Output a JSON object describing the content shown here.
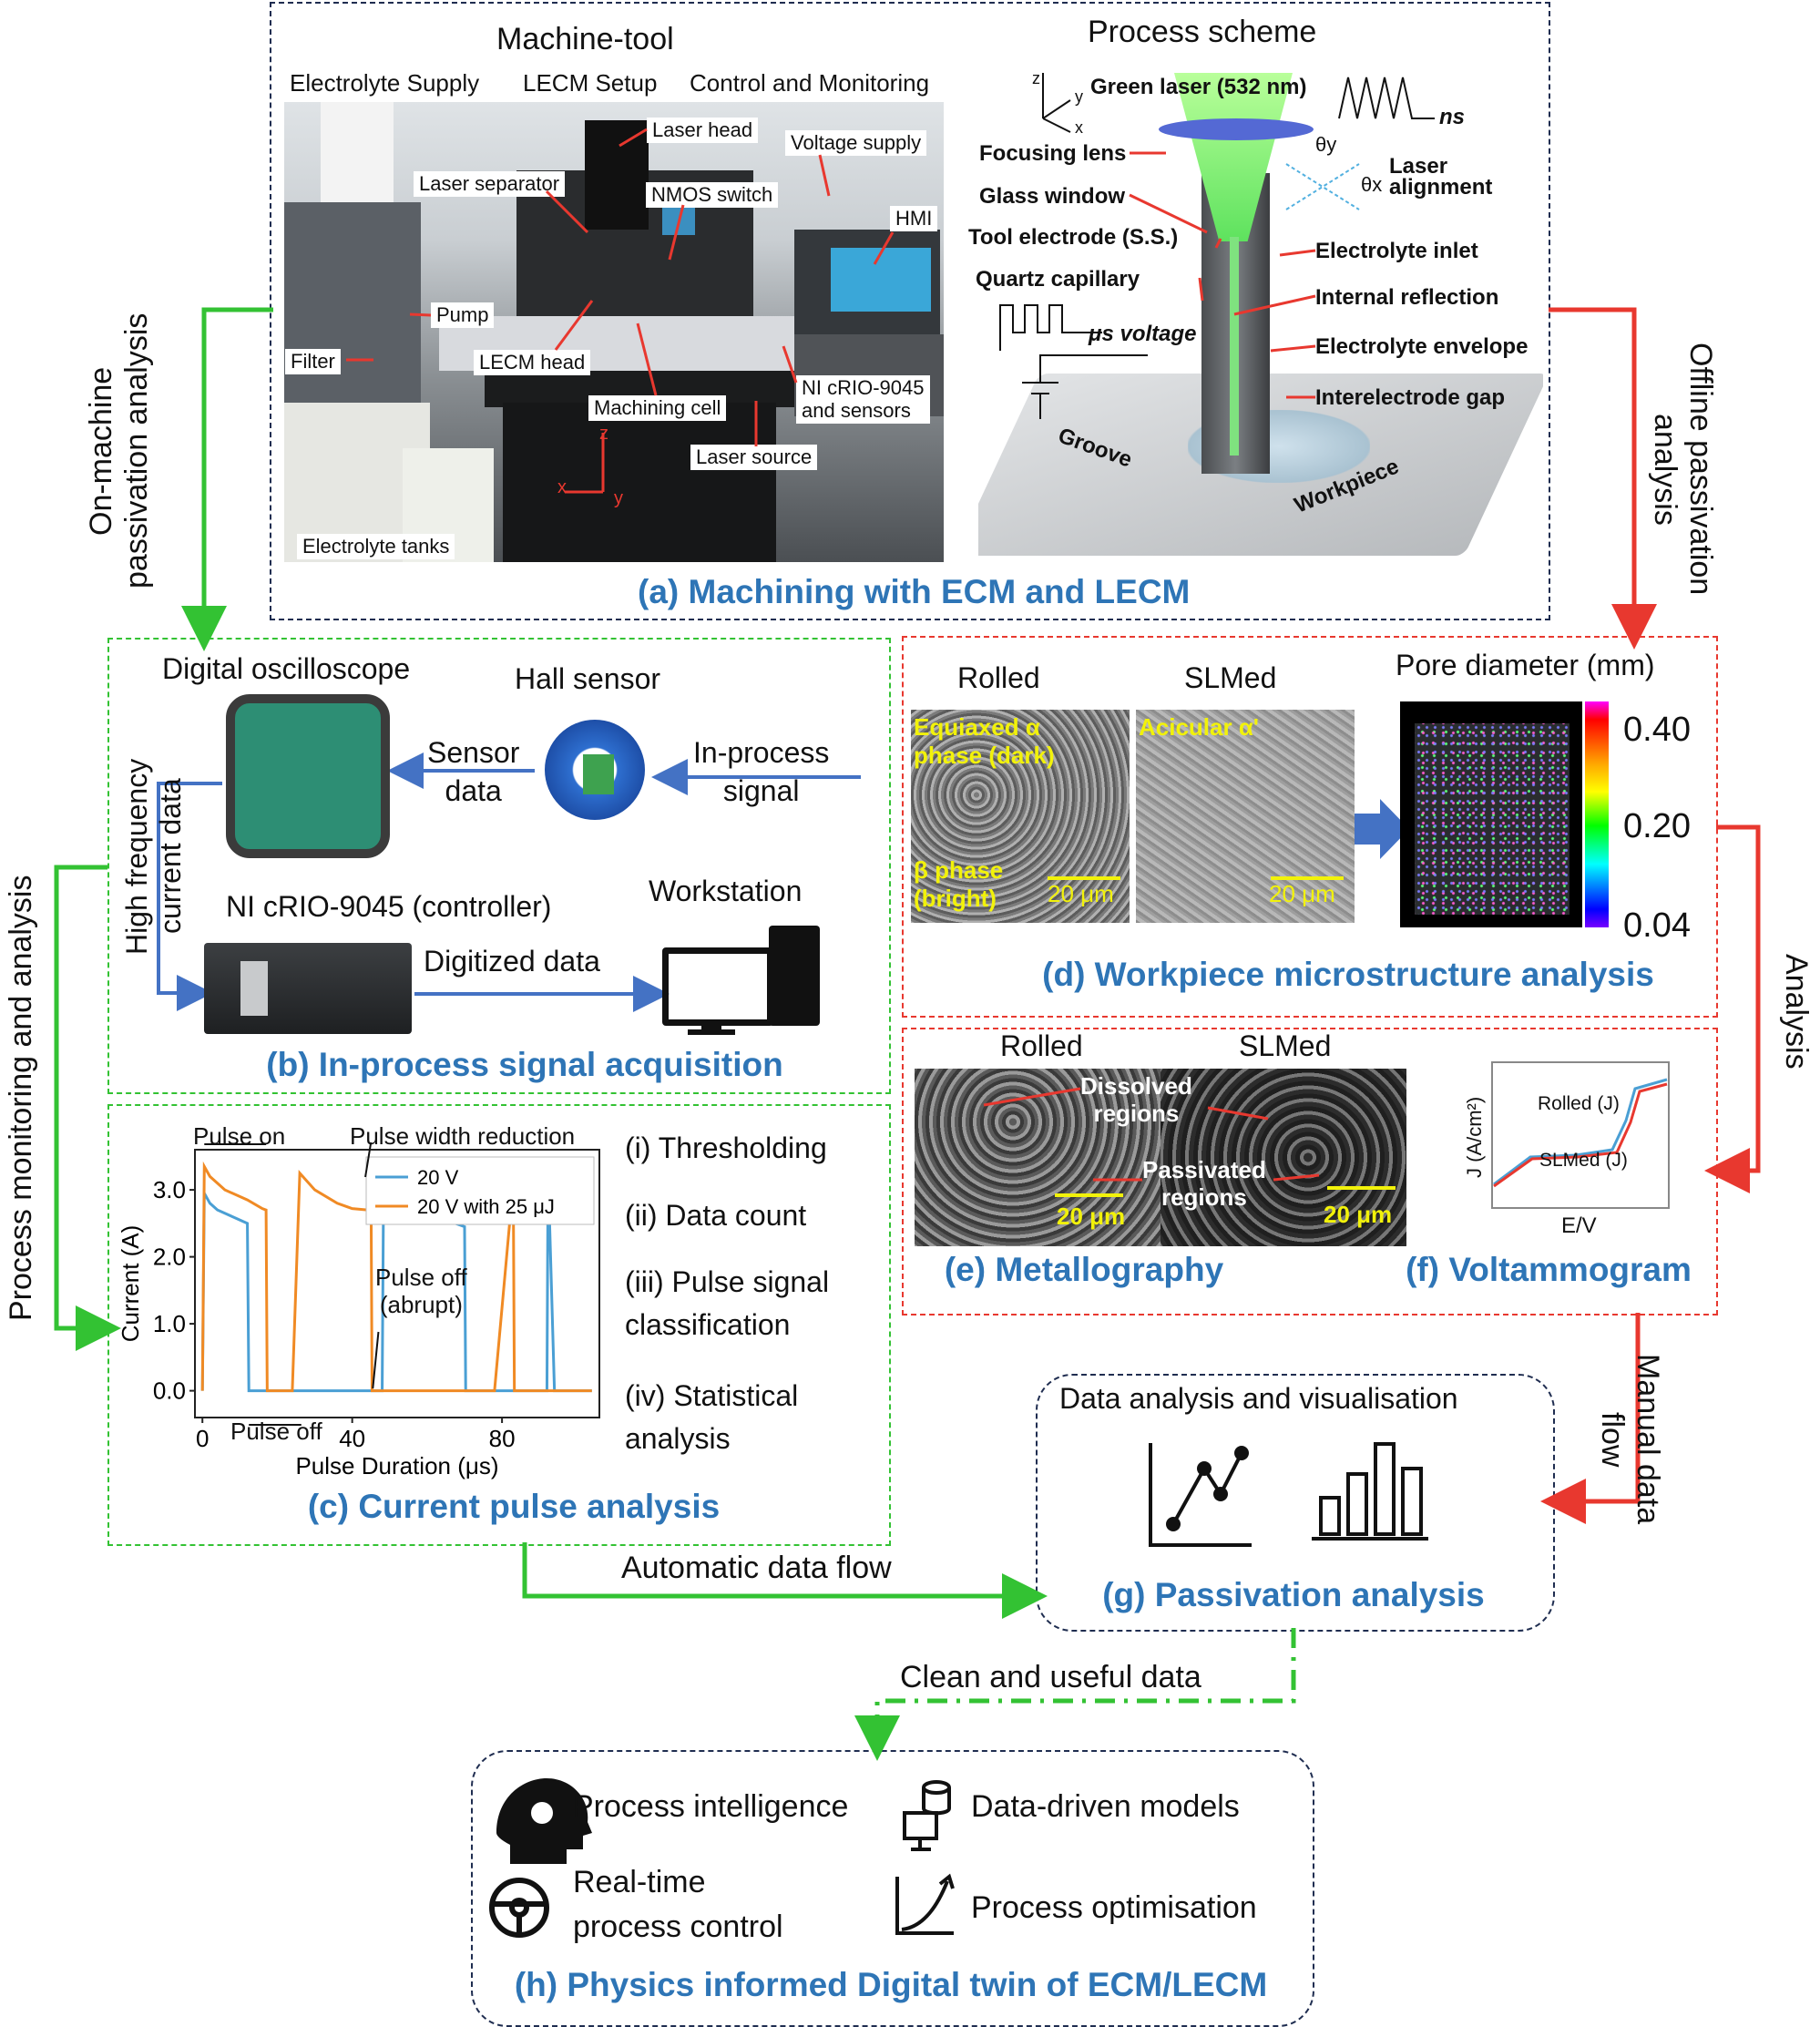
{
  "panel_a": {
    "machine_title": "Machine-tool",
    "header_labels": [
      "Electrolyte Supply",
      "LECM Setup",
      "Control and Monitoring"
    ],
    "photo_labels": {
      "laser_head": "Laser head",
      "voltage_supply": "Voltage supply",
      "laser_separator": "Laser separator",
      "nmos_switch": "NMOS switch",
      "hmi": "HMI",
      "pump": "Pump",
      "filter": "Filter",
      "lecm_head": "LECM head",
      "ni_crio_line1": "NI cRIO-9045",
      "ni_crio_line2": "and sensors",
      "machining_cell": "Machining cell",
      "laser_source": "Laser source",
      "electrolyte_tanks": "Electrolyte tanks",
      "axis_z": "z",
      "axis_x": "x",
      "axis_y": "y"
    },
    "scheme_title": "Process scheme",
    "scheme_labels": {
      "green_laser": "Green laser (532 nm)",
      "ns": "ns",
      "focusing_lens": "Focusing lens",
      "glass_window": "Glass window",
      "laser_alignment_1": "Laser",
      "laser_alignment_2": "alignment",
      "theta_y": "θy",
      "theta_x": "θx",
      "tool_electrode": "Tool electrode (S.S.)",
      "electrolyte_inlet": "Electrolyte inlet",
      "quartz_capillary": "Quartz capillary",
      "internal_reflection": "Internal reflection",
      "us_voltage": "μs voltage",
      "electrolyte_envelope": "Electrolyte envelope",
      "interelectrode_gap": "Interelectrode gap",
      "groove": "Groove",
      "workpiece": "Workpiece",
      "ax_z": "z",
      "ax_y": "y",
      "ax_x": "x"
    },
    "caption": "(a) Machining with ECM and LECM"
  },
  "side_labels": {
    "on_machine_1": "On-machine",
    "on_machine_2": "passivation analysis",
    "offline_1": "Offline passivation",
    "offline_2": "analysis",
    "process_monitoring": "Process monitoring and analysis",
    "analysis": "Analysis",
    "manual_1": "Manual data",
    "manual_2": "flow",
    "automatic": "Automatic data flow",
    "clean": "Clean and useful data"
  },
  "panel_b": {
    "oscilloscope": "Digital oscilloscope",
    "hall_sensor": "Hall sensor",
    "sensor_data_1": "Sensor",
    "sensor_data_2": "data",
    "in_process_1": "In-process",
    "in_process_2": "signal",
    "hf_1": "High frequency",
    "hf_2": "current data",
    "controller": "NI cRIO-9045  (controller)",
    "workstation": "Workstation",
    "digitized": "Digitized data",
    "caption": "(b) In-process signal acquisition"
  },
  "panel_c": {
    "pulse_on": "Pulse on",
    "pulse_width_reduction": "Pulse width reduction",
    "pulse_off_abrupt_1": "Pulse off",
    "pulse_off_abrupt_2": "(abrupt)",
    "pulse_off": "Pulse off",
    "steps": [
      "(i) Thresholding",
      "(ii) Data count",
      "(iii) Pulse signal",
      "classification",
      "(iv) Statistical",
      "analysis"
    ],
    "caption": "(c) Current pulse analysis"
  },
  "chart_data": {
    "type": "line",
    "xlabel": "Pulse Duration (μs)",
    "ylabel": "Current (A)",
    "xlim": [
      -2,
      106
    ],
    "ylim": [
      -0.4,
      3.6
    ],
    "x_ticks": [
      "0",
      "40",
      "80"
    ],
    "y_ticks": [
      "0.0",
      "1.0",
      "2.0",
      "3.0"
    ],
    "legend_placement": "top-right",
    "series": [
      {
        "name": "20 V",
        "color": "#4a9fd4",
        "x": [
          0,
          0.5,
          2,
          4,
          8,
          12,
          12.4,
          14,
          16,
          20,
          26,
          26.4,
          28,
          31,
          38,
          44,
          48,
          48.4,
          52,
          60,
          70,
          70.3,
          72,
          80,
          92,
          92.3,
          94,
          104
        ],
        "y": [
          0,
          2.95,
          2.8,
          2.7,
          2.6,
          2.5,
          0,
          0,
          0,
          0,
          0,
          0,
          0,
          0,
          0,
          0,
          0,
          3.3,
          2.95,
          2.65,
          2.45,
          0,
          0,
          0,
          0,
          3.3,
          0,
          0
        ]
      },
      {
        "name": "20 V with 25 μJ",
        "color": "#f08a24",
        "x": [
          0,
          0.5,
          2,
          6,
          12,
          16,
          17,
          17.3,
          20,
          24,
          26,
          30,
          36,
          40,
          44,
          45,
          45.3,
          50,
          60,
          70,
          78,
          83,
          83.3,
          88,
          94,
          104
        ],
        "y": [
          0,
          3.35,
          3.2,
          3.0,
          2.85,
          2.72,
          2.7,
          0,
          0,
          0,
          3.25,
          3.0,
          2.8,
          2.72,
          2.7,
          3.2,
          0,
          0,
          0,
          0,
          0,
          3.1,
          0,
          0,
          0,
          0
        ]
      }
    ]
  },
  "panel_d": {
    "rolled": "Rolled",
    "slmed": "SLMed",
    "pore_title": "Pore diameter (mm)",
    "eq_1": "Equiaxed α",
    "eq_2": "phase (dark)",
    "beta_1": "β  phase",
    "beta_2": "(bright)",
    "acicular": "Acicular α'",
    "scale": "20 μm",
    "colorbar_ticks": [
      "0.40",
      "0.20",
      "0.04"
    ],
    "caption": "(d) Workpiece microstructure analysis"
  },
  "panel_e": {
    "rolled": "Rolled",
    "slmed": "SLMed",
    "dissolved_1": "Dissolved",
    "dissolved_2": "regions",
    "passivated_1": "Passivated",
    "passivated_2": "regions",
    "scale": "20 μm",
    "caption": "(e) Metallography"
  },
  "panel_f": {
    "ylabel": "J (A/cm²)",
    "xlabel": "E/V",
    "rolled": "Rolled (J)",
    "slmed": "SLMed (J)",
    "caption": "(f) Voltammogram"
  },
  "panel_g": {
    "title": "Data analysis and visualisation",
    "caption": "(g) Passivation analysis"
  },
  "panel_h": {
    "items": [
      "Process intelligence",
      "Data-driven models",
      "Real-time",
      "process control",
      "Process optimisation"
    ],
    "caption": "(h) Physics informed Digital twin of ECM/LECM"
  },
  "colors": {
    "green": "#33c233",
    "red": "#e8382f",
    "blue": "#2e75b6",
    "navy": "#1f2d50"
  }
}
